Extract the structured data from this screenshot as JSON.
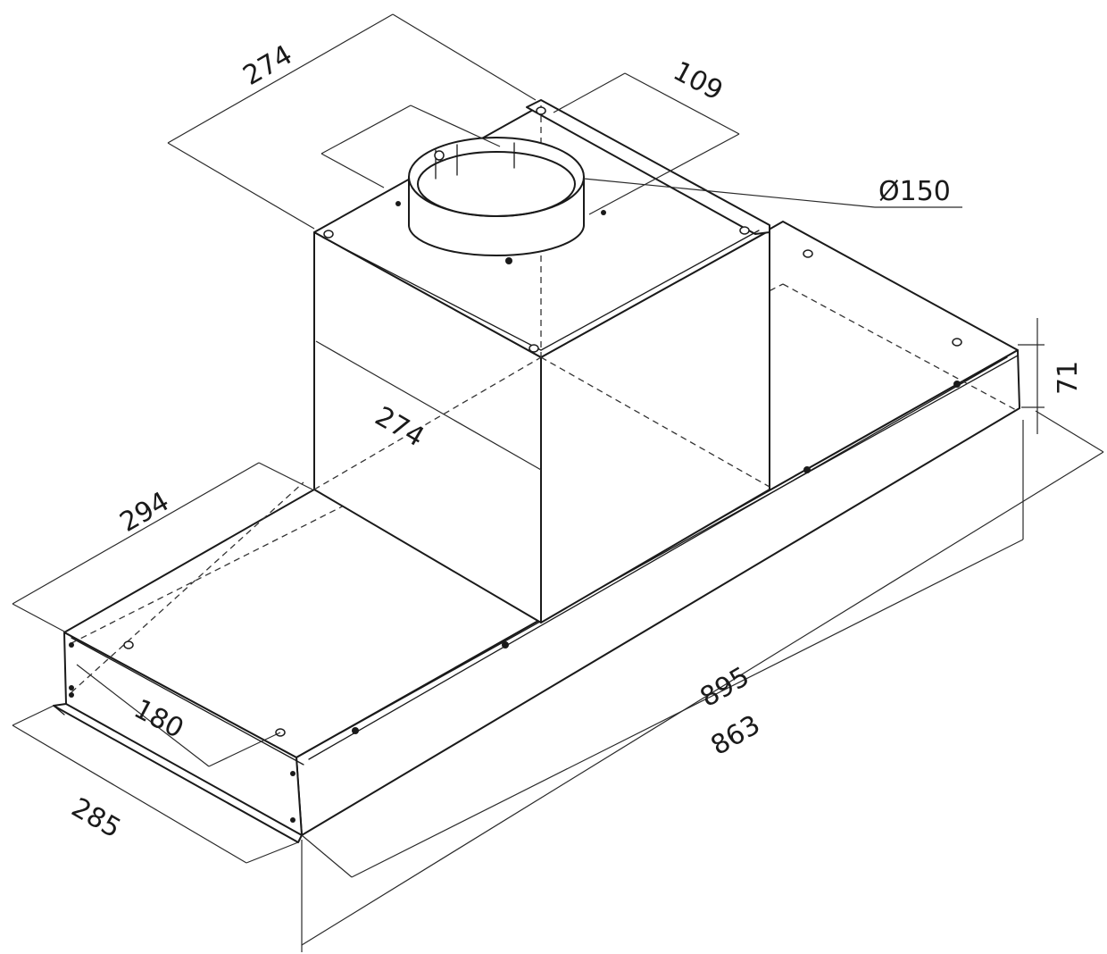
{
  "dimensions": {
    "duct_box_width_top": "274",
    "duct_offset": "109",
    "duct_diameter": "Ø150",
    "duct_box_depth": "274",
    "duct_box_height": "294",
    "lower_box_height": "71",
    "panel_depth": "180",
    "body_depth": "285",
    "body_length": "895",
    "inner_length": "863"
  }
}
